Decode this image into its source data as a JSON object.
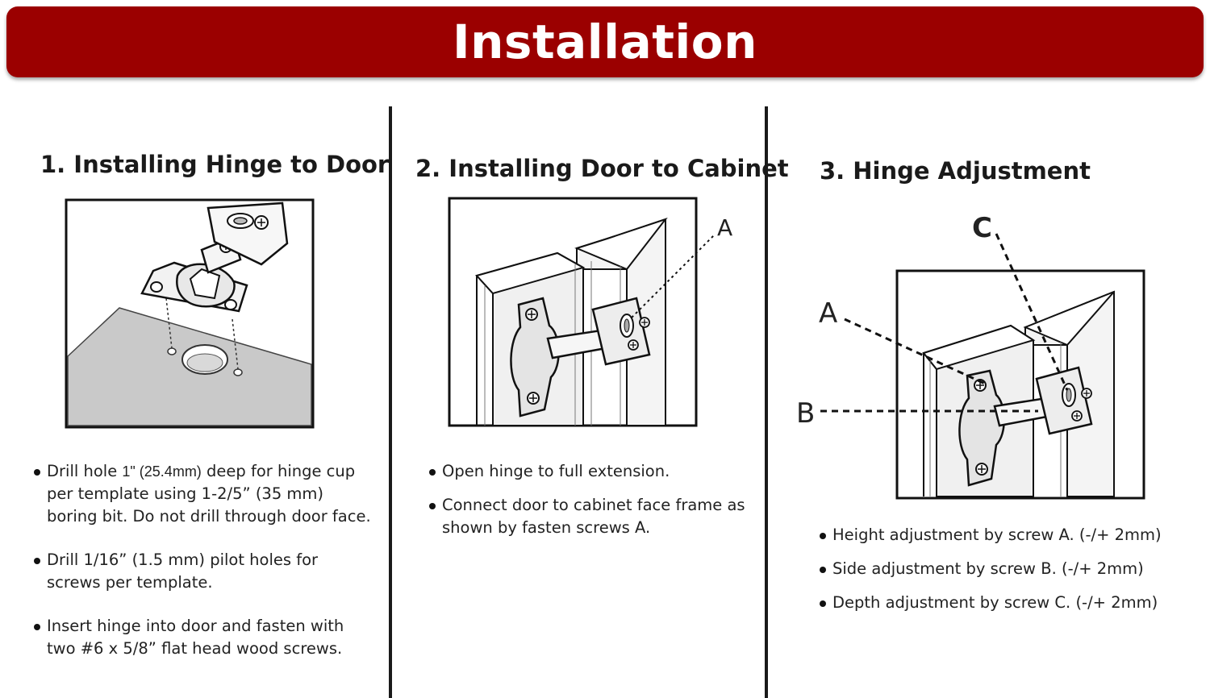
{
  "header": {
    "title": "Installation"
  },
  "columns": [
    {
      "title": "1. Installing Hinge to Door",
      "steps": [
        {
          "pre": "Drill hole ",
          "highlight": "1\" (25.4mm)",
          "post": " deep for hinge cup per template using 1-2/5” (35 mm) boring bit. Do not drill through door face."
        },
        {
          "text": "Drill 1/16” (1.5 mm) pilot holes for screws per template."
        },
        {
          "text": "Insert hinge into door and fasten with two #6 x 5/8” flat head wood screws."
        }
      ]
    },
    {
      "title": "2. Installing Door to Cabinet",
      "figure_labels": {
        "a": "A"
      },
      "steps": [
        {
          "text": "Open hinge to full extension."
        },
        {
          "text": "Connect door to cabinet face frame as shown by  fasten screws A."
        }
      ]
    },
    {
      "title": "3. Hinge Adjustment",
      "figure_labels": {
        "a": "A",
        "b": "B",
        "c": "C"
      },
      "steps": [
        {
          "text": "Height adjustment by screw A. (-/+ 2mm)"
        },
        {
          "text": "Side adjustment by screw B. (-/+ 2mm)"
        },
        {
          "text": "Depth adjustment by screw C. (-/+ 2mm)"
        }
      ]
    }
  ]
}
